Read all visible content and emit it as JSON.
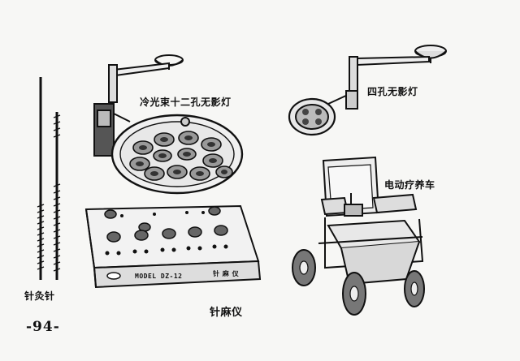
{
  "page": {
    "number": "-94-"
  },
  "figures": {
    "needles": {
      "label": "针灸针"
    },
    "cold_light_lamp": {
      "label": "冷光束十二孔无影灯"
    },
    "four_hole_lamp": {
      "label": "四孔无影灯"
    },
    "electric_cart": {
      "label": "电动疗养车"
    },
    "acupuncture_device": {
      "label": "针麻仪",
      "model_text": "MODEL DZ-12",
      "front_label": "针 麻 仪"
    }
  }
}
